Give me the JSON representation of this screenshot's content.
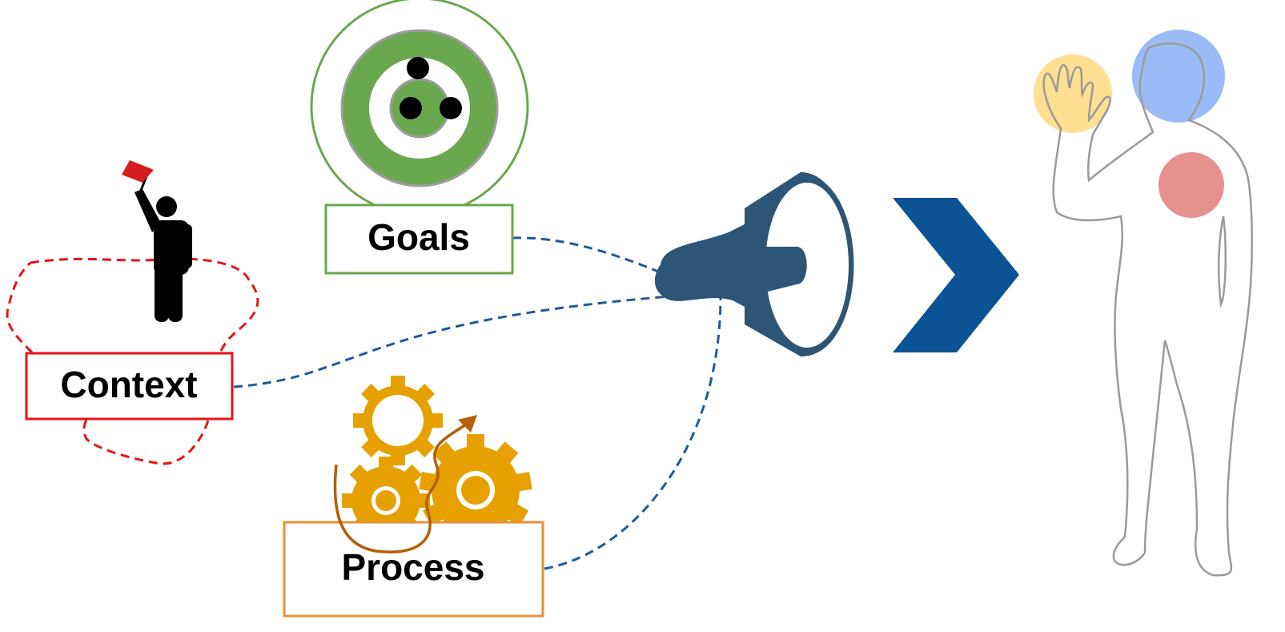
{
  "labels": {
    "goals": "Goals",
    "context": "Context",
    "process": "Process"
  },
  "colors": {
    "goals_green": "#6aa84f",
    "context_red": "#e8131b",
    "process_orange": "#e69138",
    "gear_gold": "#e6a100",
    "arrow_brown": "#b45f06",
    "connector_blue": "#1f5a9a",
    "megaphone_navy": "#2d5576",
    "chevron_blue": "#0b5394",
    "flag_red": "#d51d1d",
    "hand_yellow": "#ffd97e",
    "head_blue": "#8fb4f4",
    "heart_red": "#e38582",
    "outline_gray": "#9a9a9a"
  },
  "icons": [
    "target-icon",
    "person-with-flag-icon",
    "gears-icon",
    "megaphone-icon",
    "chevron-right-icon",
    "human-figure-icon"
  ]
}
